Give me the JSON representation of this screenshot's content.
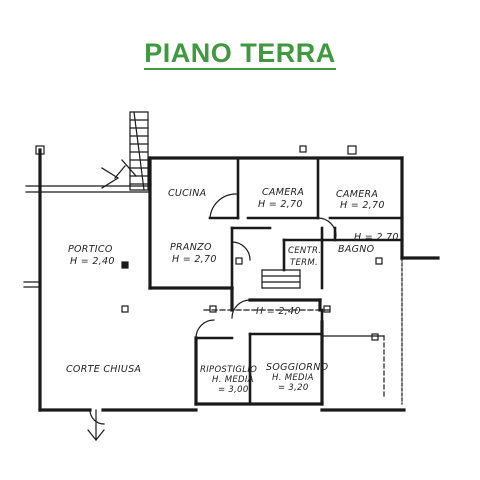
{
  "title": "PIANO TERRA",
  "colors": {
    "title": "#3f9a3f",
    "ink": "#1a1a1a"
  },
  "rooms": {
    "cucina": "CUCINA",
    "camera1": "CAMERA",
    "camera1_h": "H = 2,70",
    "camera2": "CAMERA",
    "camera2_h": "H = 2,70",
    "camera3_h": "H = 2,70",
    "portico": "PORTICO",
    "portico_h": "H = 2,40",
    "pranzo": "PRANZO",
    "pranzo_h": "H = 2,70",
    "centr_1": "CENTR.",
    "centr_2": "TERM.",
    "bagno": "BAGNO",
    "corridor_h": "H = 2,40",
    "corte": "CORTE CHIUSA",
    "ripostiglio": "RIPOSTIGLIO",
    "rip_h1": "H. MEDIA",
    "rip_h2": "= 3,00",
    "soggiorno": "SOGGIORNO",
    "sog_h1": "H. MEDIA",
    "sog_h2": "= 3,20"
  }
}
